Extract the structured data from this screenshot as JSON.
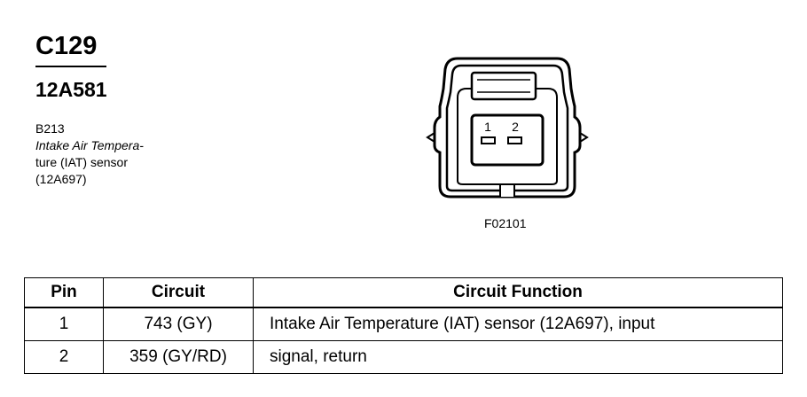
{
  "connector": {
    "id": "C129",
    "part_number": "12A581"
  },
  "component": {
    "code": "B213",
    "desc_line1": "Intake Air Tempera-",
    "desc_line2": "ture (IAT) sensor",
    "desc_line3": "(12A697)"
  },
  "diagram": {
    "pin_labels": [
      "1",
      "2"
    ],
    "figure_code": "F02101"
  },
  "table": {
    "headers": [
      "Pin",
      "Circuit",
      "Circuit Function"
    ],
    "rows": [
      {
        "pin": "1",
        "circuit": "743 (GY)",
        "function": "Intake Air Temperature (IAT) sensor (12A697), input"
      },
      {
        "pin": "2",
        "circuit": "359 (GY/RD)",
        "function": "signal, return"
      }
    ]
  }
}
